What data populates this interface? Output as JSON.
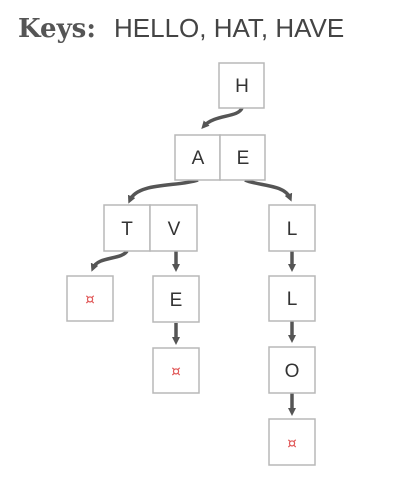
{
  "title": {
    "label": "Keys:",
    "value": "HELLO, HAT, HAVE"
  },
  "colors": {
    "box_border": "#b8b8b8",
    "box_fill": "#ffffff",
    "arrow": "#555555",
    "terminal": "#e05555",
    "text": "#333333"
  },
  "nodes": {
    "root": [
      "H"
    ],
    "level1": [
      "A",
      "E"
    ],
    "a_children": [
      "T",
      "V"
    ],
    "t_child": [
      "¤"
    ],
    "v_child": [
      "E"
    ],
    "ve_child": [
      "¤"
    ],
    "e_child": [
      "L"
    ],
    "el_child": [
      "L"
    ],
    "ell_child": [
      "O"
    ],
    "ello_child": [
      "¤"
    ]
  }
}
